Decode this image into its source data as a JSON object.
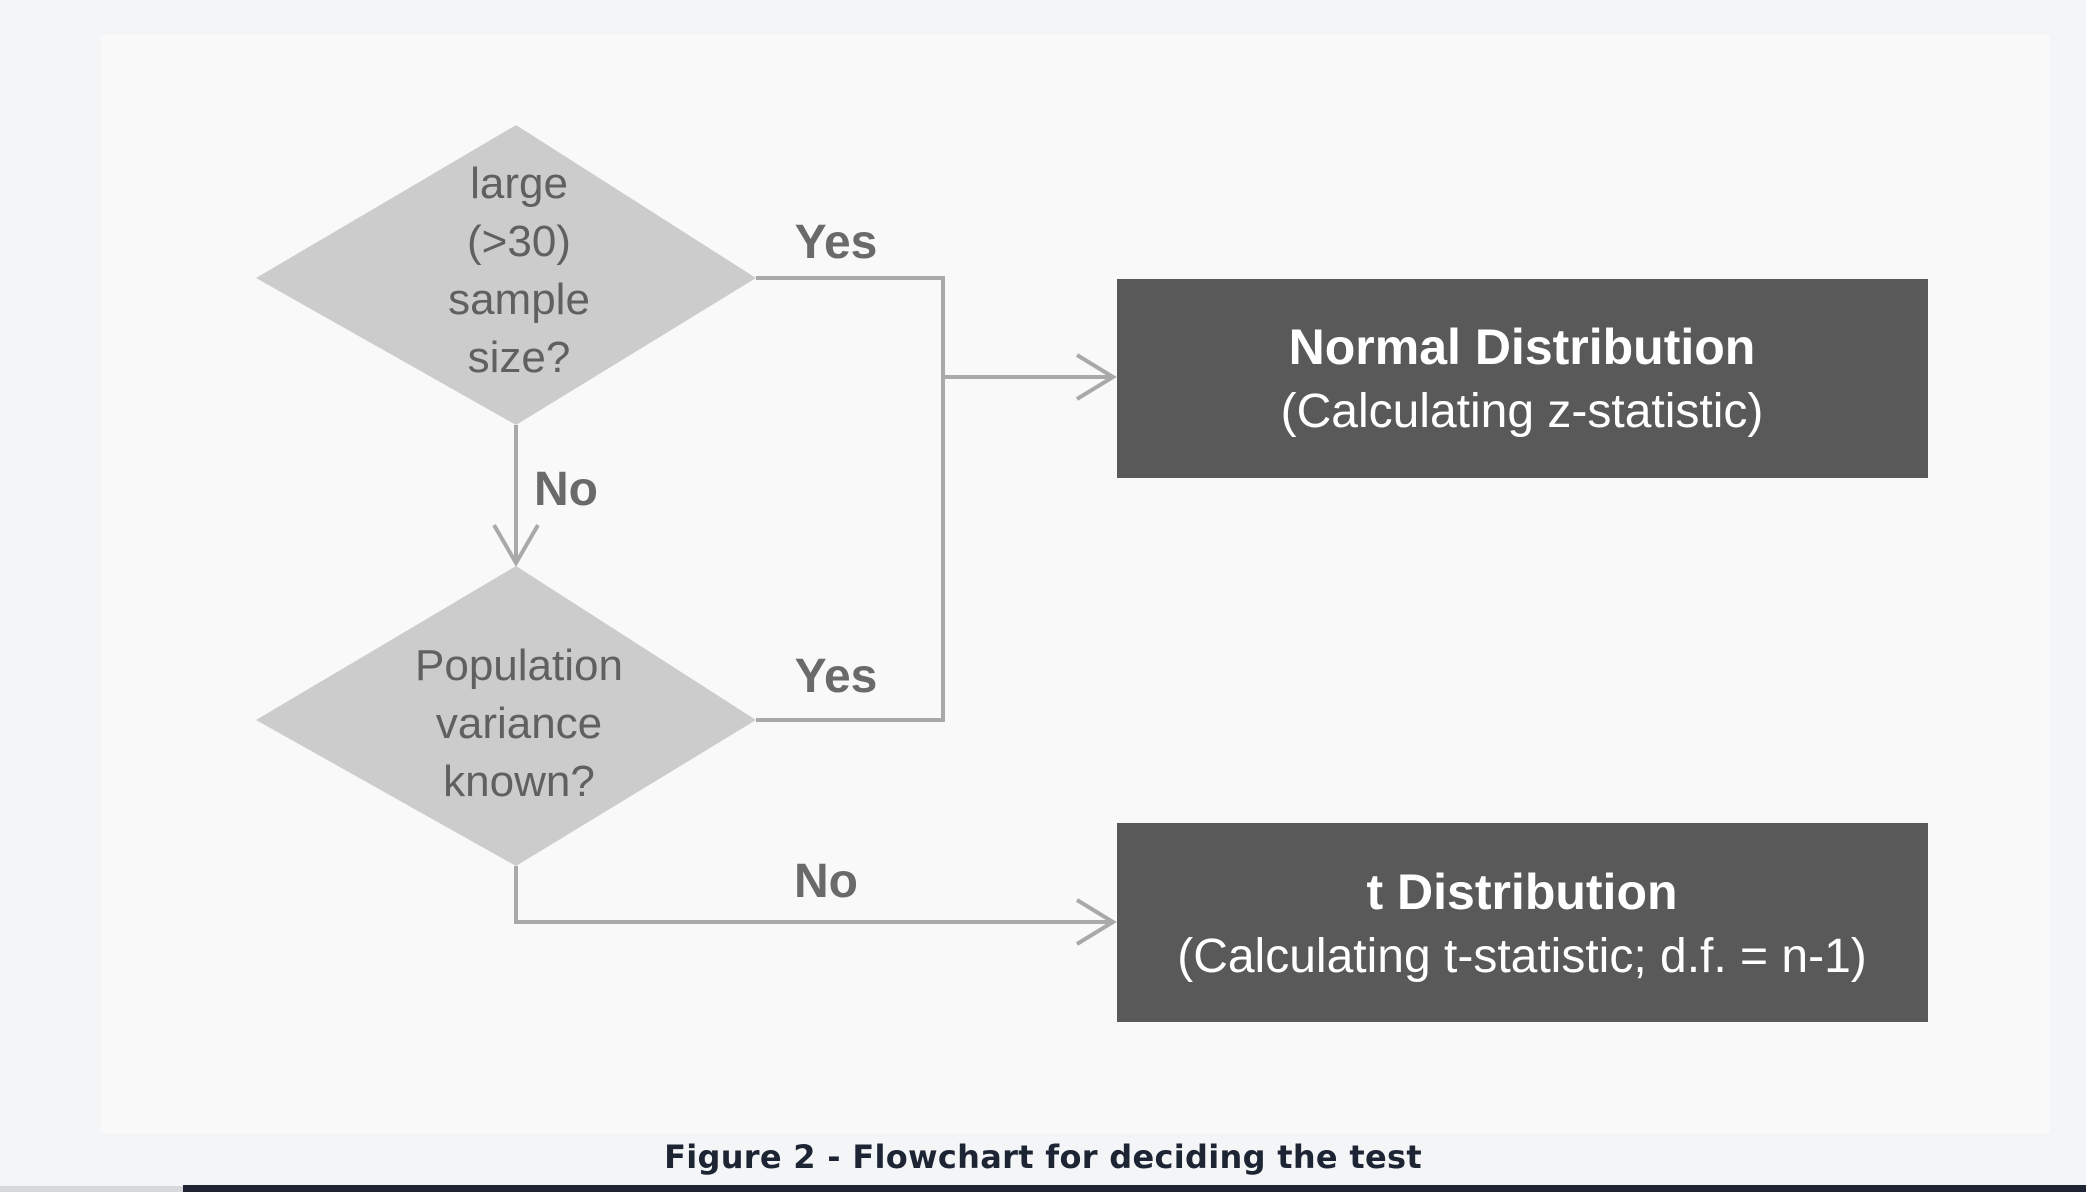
{
  "diagram": {
    "decision_1": {
      "lines": [
        "large",
        "(>30)",
        "sample",
        "size?"
      ]
    },
    "decision_2": {
      "lines": [
        "Population",
        "variance",
        "known?"
      ]
    },
    "labels": {
      "d1_yes": "Yes",
      "d1_no": "No",
      "d2_yes": "Yes",
      "d2_no": "No"
    },
    "outcome_normal": {
      "title": "Normal Distribution",
      "subtitle": "(Calculating z-statistic)"
    },
    "outcome_t": {
      "title": "t Distribution",
      "subtitle": "(Calculating t-statistic; d.f. = n-1)"
    },
    "colors": {
      "diamond_fill": "#cccccc",
      "box_fill": "#595959",
      "connector": "#a9a9a9",
      "panel_bg": "#f9f9f9",
      "page_bg": "#f4f5f7"
    }
  },
  "caption": "Figure 2 - Flowchart for deciding the test"
}
